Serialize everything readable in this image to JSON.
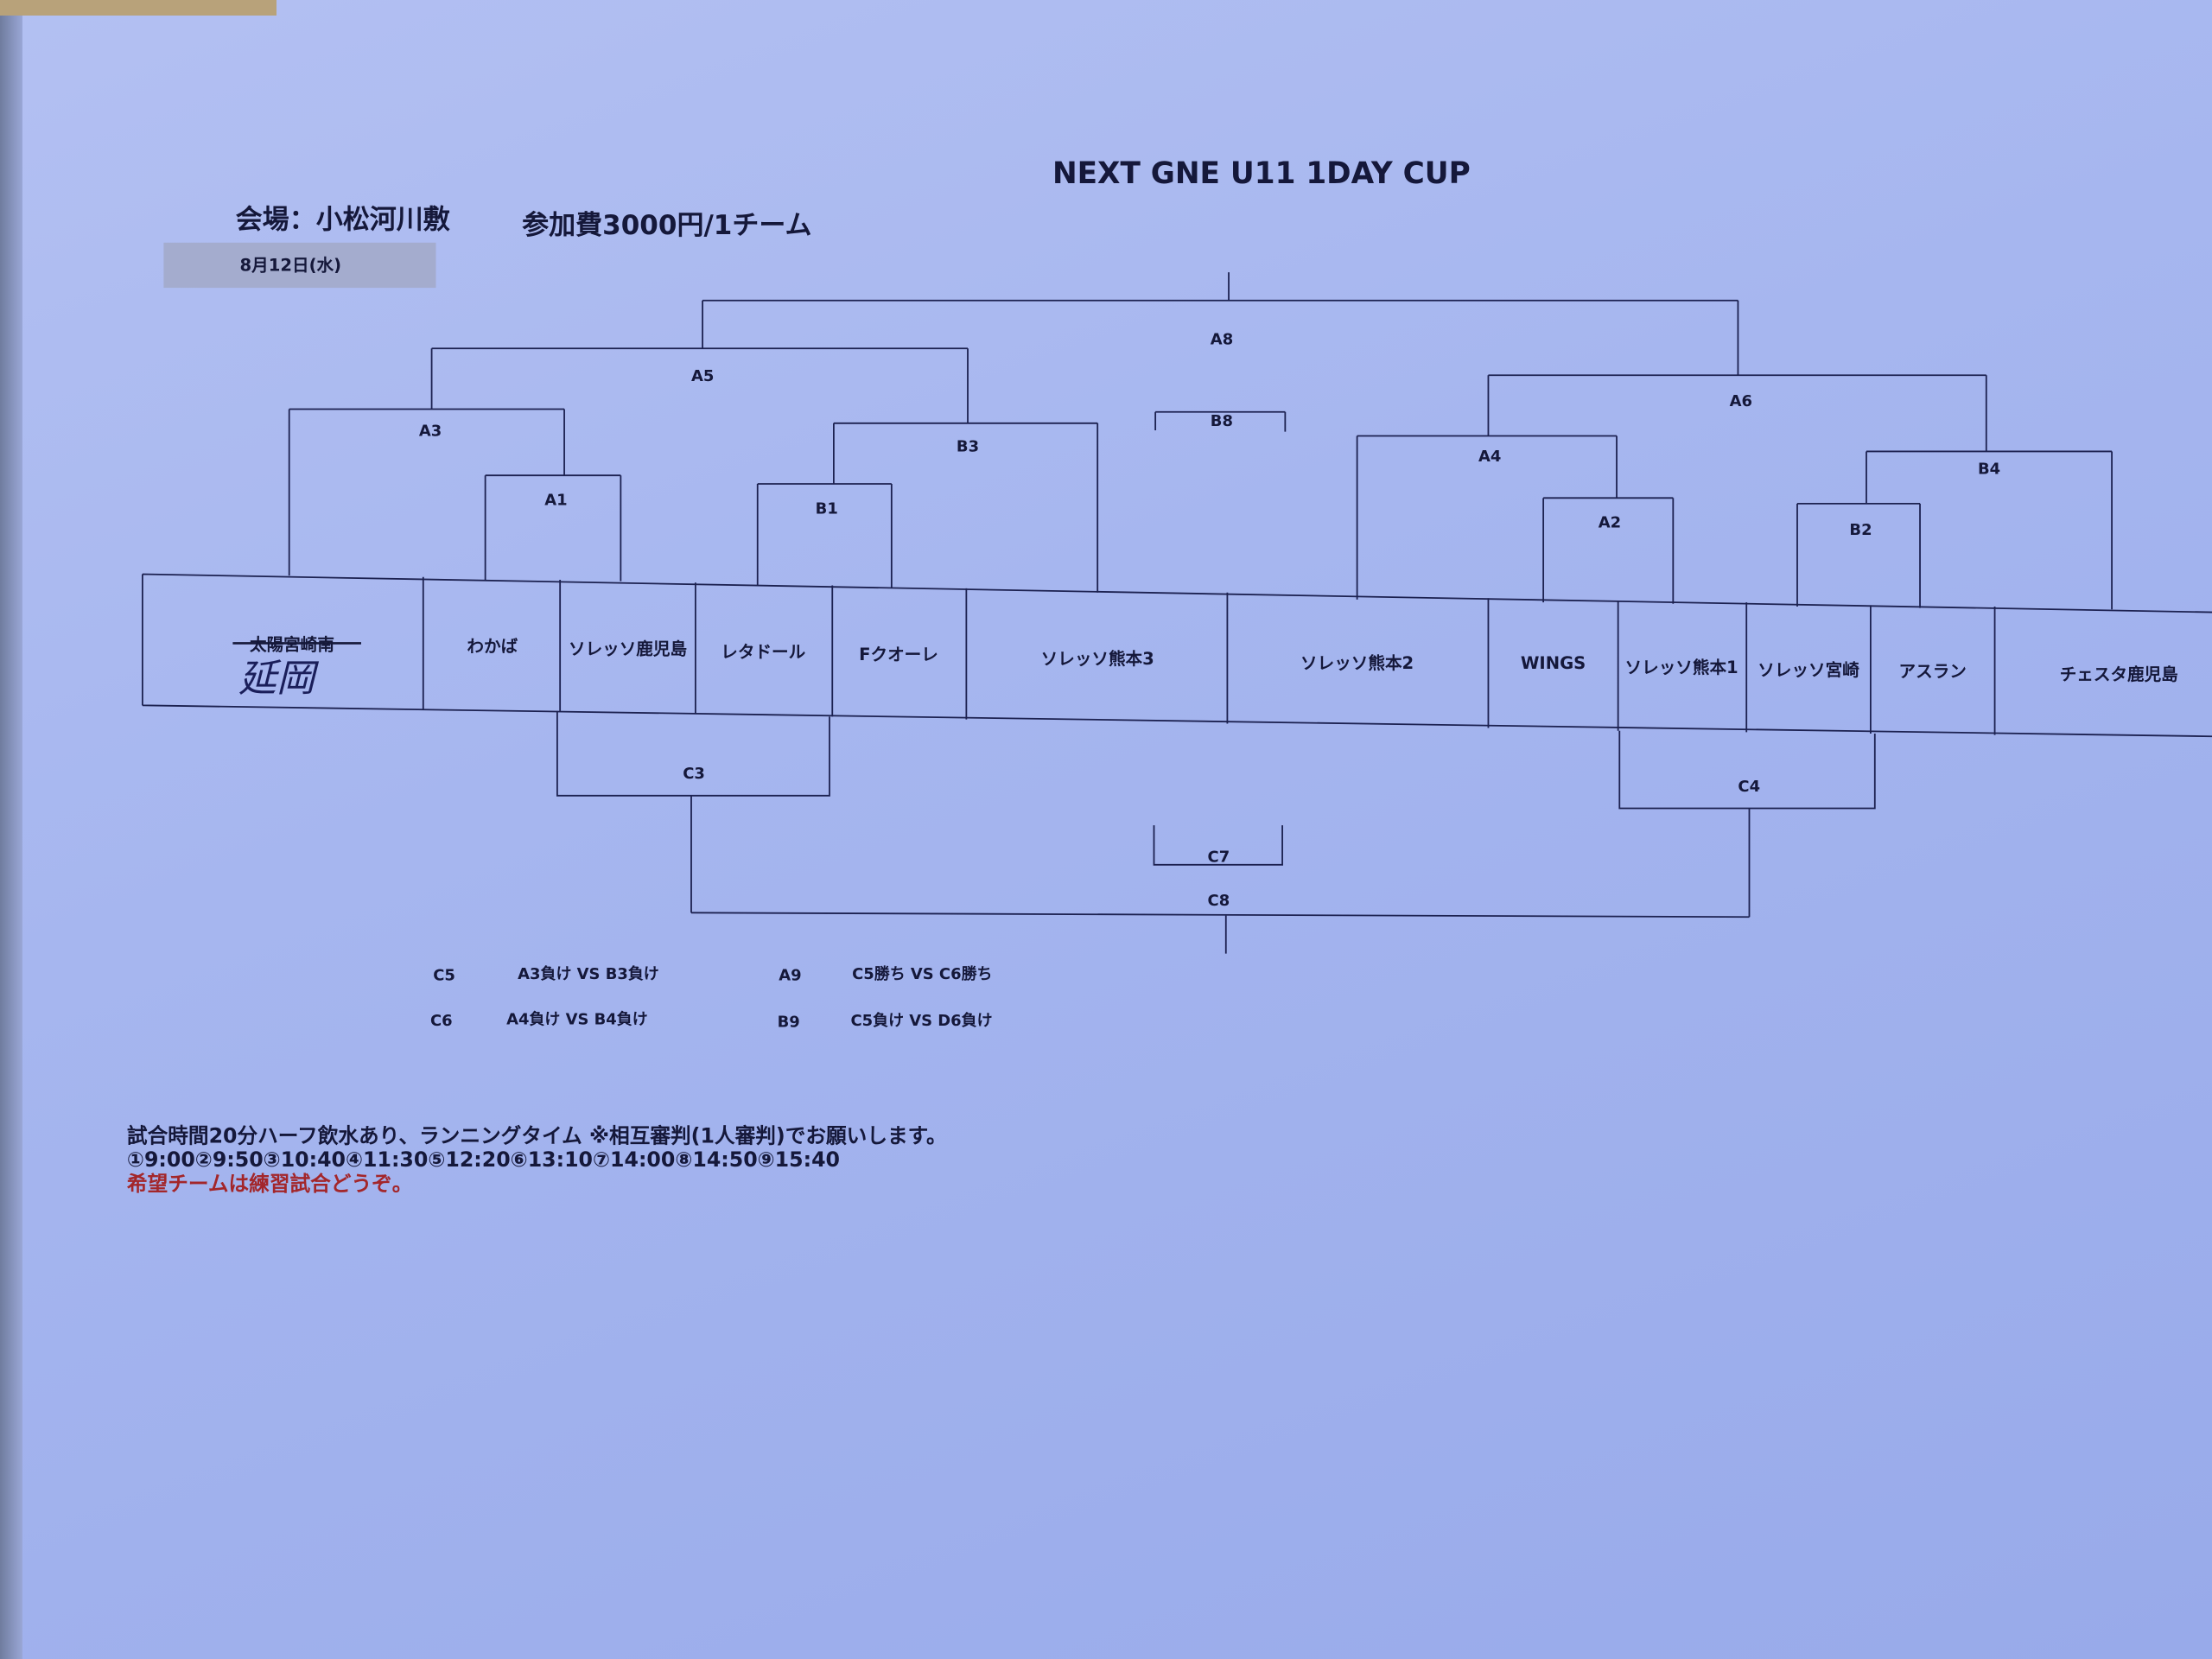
{
  "title": "NEXT GNE U11 1DAY CUP",
  "venue": "会場：小松河川敷",
  "fee": "参加費3000円/1チーム",
  "date": "8月12日(水)",
  "teams": [
    {
      "name": "太陽宮崎南",
      "struck": true,
      "handwritten": "延岡"
    },
    {
      "name": "わかば"
    },
    {
      "name": "ソレッソ鹿児島"
    },
    {
      "name": "レタドール"
    },
    {
      "name": "Fクオーレ"
    },
    {
      "name": "ソレッソ熊本3"
    },
    {
      "name": "ソレッソ熊本2"
    },
    {
      "name": "WINGS"
    },
    {
      "name": "ソレッソ熊本1"
    },
    {
      "name": "ソレッソ宮崎"
    },
    {
      "name": "アスラン"
    },
    {
      "name": "チェスタ鹿児島"
    }
  ],
  "matches": {
    "A1": "A1",
    "A2": "A2",
    "A3": "A3",
    "A4": "A4",
    "A5": "A5",
    "A6": "A6",
    "A8": "A8",
    "B1": "B1",
    "B2": "B2",
    "B3": "B3",
    "B4": "B4",
    "B8": "B8",
    "C3": "C3",
    "C4": "C4",
    "C7": "C7",
    "C8": "C8"
  },
  "extra_matches": [
    {
      "id": "C5",
      "desc": "A3負け VS B3負け"
    },
    {
      "id": "C6",
      "desc": "A4負け VS B4負け"
    },
    {
      "id": "A9",
      "desc": "C5勝ち VS C6勝ち"
    },
    {
      "id": "B9",
      "desc": "C5負け VS D6負け"
    }
  ],
  "notes": {
    "rules": "試合時間20分ハーフ飲水あり、ランニングタイム ※相互審判(1人審判)でお願いします。",
    "times": "①9:00②9:50③10:40④11:30⑤12:20⑥13:10⑦14:00⑧14:50⑨15:40",
    "practice": "希望チームは練習試合どうぞ。"
  },
  "colors": {
    "ink": "#15183a",
    "red": "#a3262a",
    "paper": "#a6b6ef"
  }
}
